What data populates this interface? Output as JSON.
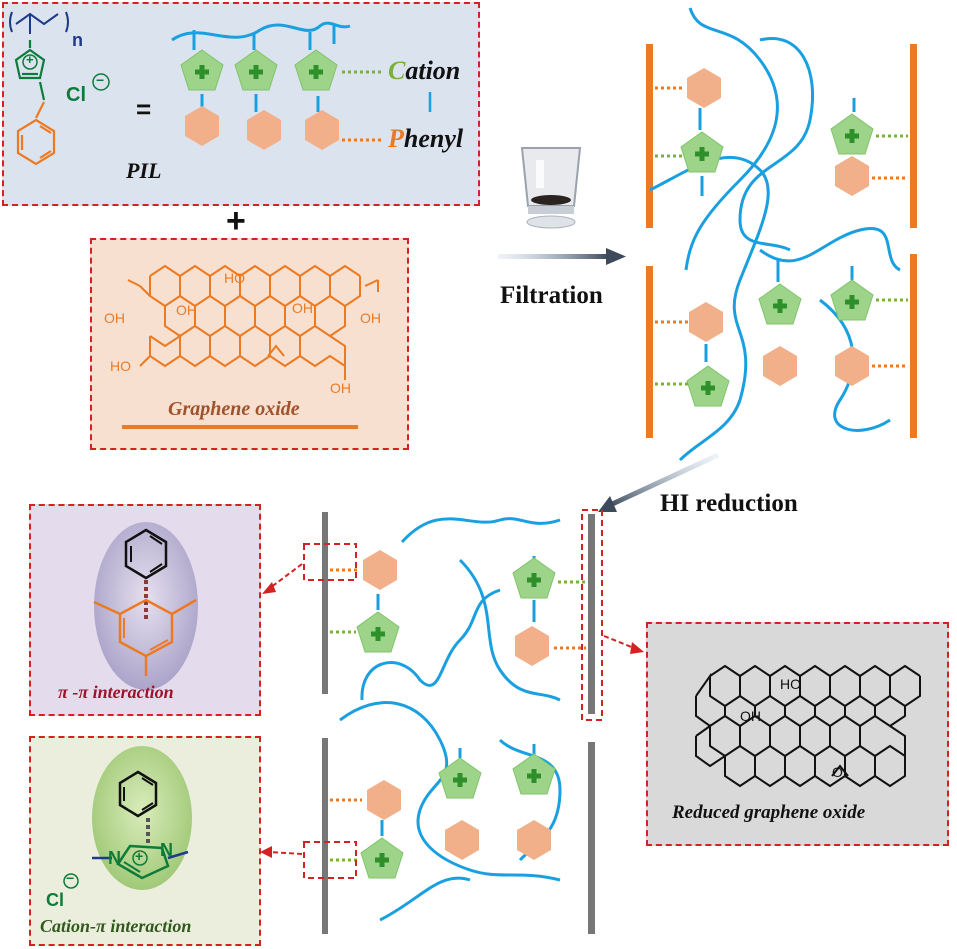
{
  "pil_panel": {
    "n_subscript": "n",
    "plus_charge": "+",
    "chloride": "Cl",
    "minus_charge": "−",
    "equals": "=",
    "label": "PIL",
    "cation_first": "C",
    "cation_rest": "ation",
    "phenyl_first": "P",
    "phenyl_rest": "henyl"
  },
  "plus_sign": "+",
  "graphene_oxide_panel": {
    "oh_labels": [
      "OH",
      "OH",
      "HO",
      "OH",
      "OH",
      "HO",
      "OH"
    ],
    "label": "Graphene oxide"
  },
  "filtration_label": "Filtration",
  "hi_reduction_label": "HI reduction",
  "pi_pi_panel": {
    "label": "π -π interaction"
  },
  "cation_pi_panel": {
    "label": "Cation-π interaction",
    "n_label": "N",
    "n2_label": "N",
    "plus": "+",
    "chloride": "Cl",
    "minus": "−"
  },
  "rgo_panel": {
    "ho_label": "HO",
    "oh_label": "OH",
    "epoxide_label": "O",
    "label": "Reduced graphene oxide"
  },
  "colors": {
    "dashed_red": "#d42222",
    "pil_bg": "#dbe3ee",
    "go_bg": "#f7e0cf",
    "pi_bg": "#e4dcec",
    "cation_bg": "#eceedd",
    "rgo_bg": "#d9d9d9",
    "orange": "#ec7a23",
    "blue": "#1aa0e0",
    "green_pentagon": "#9ed48a",
    "salmon_hexagon": "#f2b08a",
    "dark_green": "#0e7b3a",
    "gray_sheet": "#777777"
  }
}
